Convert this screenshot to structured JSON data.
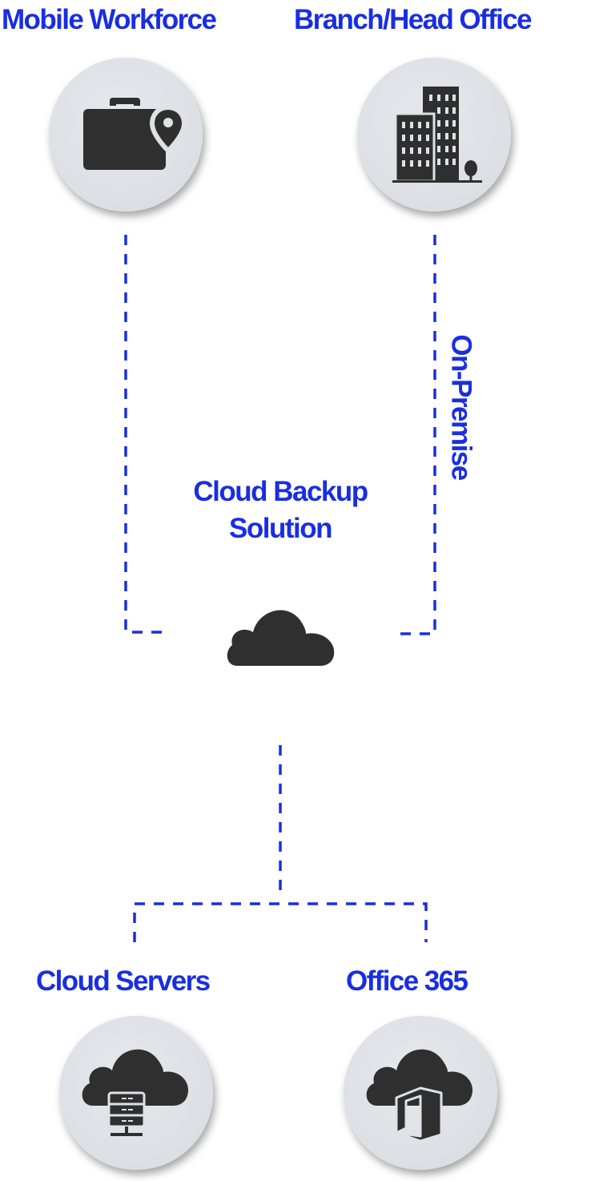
{
  "nodes": {
    "mobile_workforce": {
      "label": "Mobile Workforce",
      "icon": "briefcase-location-icon"
    },
    "branch_head_office": {
      "label": "Branch/Head Office",
      "icon": "office-buildings-icon"
    },
    "cloud_servers": {
      "label": "Cloud Servers",
      "icon": "cloud-server-icon"
    },
    "office_365": {
      "label": "Office 365",
      "icon": "cloud-office-icon"
    }
  },
  "center": {
    "line1": "Cloud Backup",
    "line2": "Solution",
    "icon": "cloud-icon"
  },
  "connector_label": "On-Premise",
  "colors": {
    "accent": "#1a2ee0",
    "icon": "#2f2f2f",
    "circle": "#dfe1e5"
  }
}
